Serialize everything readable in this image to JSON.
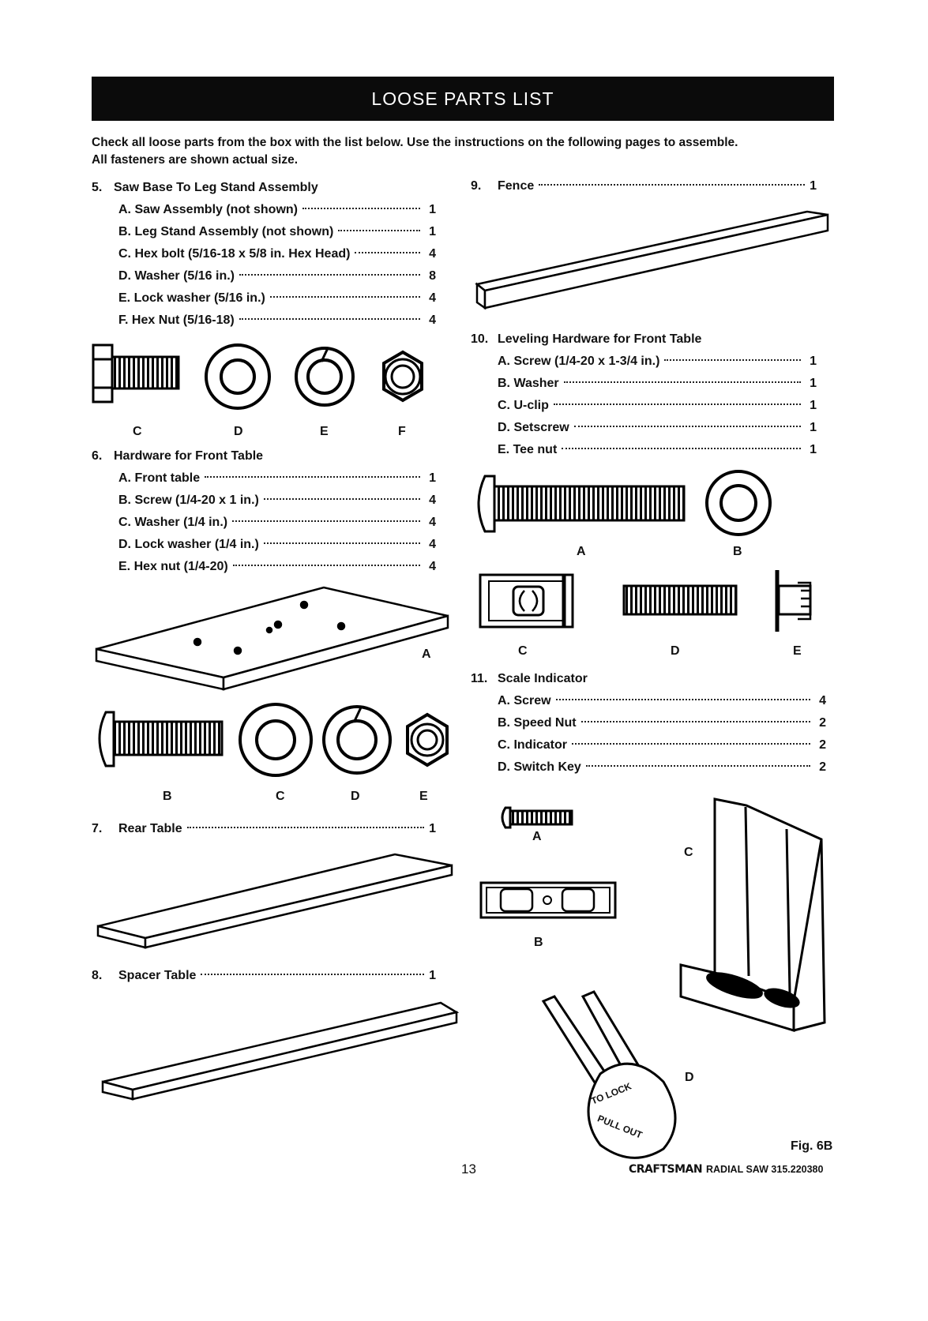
{
  "header": {
    "title": "LOOSE PARTS LIST"
  },
  "intro": {
    "line1": "Check all loose parts from the box with the list below. Use the instructions on the following pages to assemble.",
    "line2": "All fasteners are shown actual size."
  },
  "sections": {
    "s5": {
      "num": "5.",
      "title": "Saw Base To Leg Stand Assembly",
      "items": [
        {
          "label": "A. Saw Assembly (not shown)",
          "qty": "1"
        },
        {
          "label": "B. Leg Stand Assembly (not shown)",
          "qty": "1"
        },
        {
          "label": "C. Hex bolt (5/16-18 x 5/8 in. Hex Head)",
          "qty": "4"
        },
        {
          "label": "D. Washer (5/16 in.)",
          "qty": "8"
        },
        {
          "label": "E. Lock washer (5/16 in.)",
          "qty": "4"
        },
        {
          "label": "F. Hex Nut (5/16-18)",
          "qty": "4"
        }
      ],
      "captions": [
        "C",
        "D",
        "E",
        "F"
      ]
    },
    "s6": {
      "num": "6.",
      "title": "Hardware for Front Table",
      "items": [
        {
          "label": "A. Front table",
          "qty": "1"
        },
        {
          "label": "B. Screw (1/4-20 x 1 in.)",
          "qty": "4"
        },
        {
          "label": "C. Washer (1/4 in.)",
          "qty": "4"
        },
        {
          "label": "D. Lock washer (1/4 in.)",
          "qty": "4"
        },
        {
          "label": "E. Hex nut (1/4-20)",
          "qty": "4"
        }
      ],
      "table_caption": "A",
      "captions": [
        "B",
        "C",
        "D",
        "E"
      ]
    },
    "s7": {
      "num": "7.",
      "title": "Rear Table",
      "qty": "1"
    },
    "s8": {
      "num": "8.",
      "title": "Spacer Table",
      "qty": "1"
    },
    "s9": {
      "num": "9.",
      "title": "Fence",
      "qty": "1"
    },
    "s10": {
      "num": "10.",
      "title": "Leveling Hardware for Front Table",
      "items": [
        {
          "label": "A. Screw (1/4-20 x 1-3/4 in.)",
          "qty": "1"
        },
        {
          "label": "B. Washer",
          "qty": "1"
        },
        {
          "label": "C. U-clip",
          "qty": "1"
        },
        {
          "label": "D. Setscrew",
          "qty": "1"
        },
        {
          "label": "E. Tee nut",
          "qty": "1"
        }
      ],
      "captions": [
        "A",
        "B",
        "C",
        "D",
        "E"
      ]
    },
    "s11": {
      "num": "11.",
      "title": "Scale Indicator",
      "items": [
        {
          "label": "A. Screw",
          "qty": "4"
        },
        {
          "label": "B. Speed Nut",
          "qty": "2"
        },
        {
          "label": "C. Indicator",
          "qty": "2"
        },
        {
          "label": "D. Switch Key",
          "qty": "2"
        }
      ],
      "captions": [
        "A",
        "B",
        "C",
        "D"
      ]
    }
  },
  "key_text": {
    "top": "TO LOCK",
    "bottom": "PULL OUT"
  },
  "footer": {
    "fig": "Fig. 6B",
    "page": "13",
    "brand": "CRAFTSMAN",
    "model": "RADIAL SAW 315.220380"
  }
}
